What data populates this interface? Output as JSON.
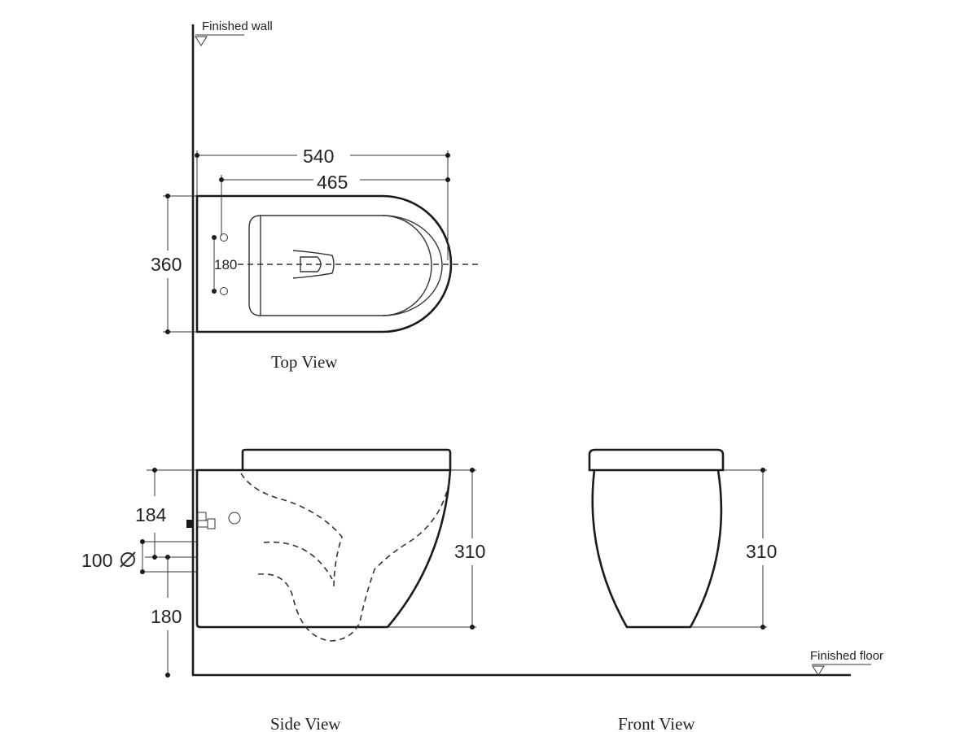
{
  "labels": {
    "finished_wall": "Finished wall",
    "finished_floor": "Finished floor",
    "top_view": "Top View",
    "side_view": "Side View",
    "front_view": "Front View"
  },
  "dimensions": {
    "top_length": "540",
    "top_inner_length": "465",
    "top_width": "360",
    "bolt_spacing": "180",
    "side_bolt_height": "184",
    "pipe_diameter": "100",
    "side_height": "310",
    "floor_clearance": "180",
    "front_height": "310"
  }
}
